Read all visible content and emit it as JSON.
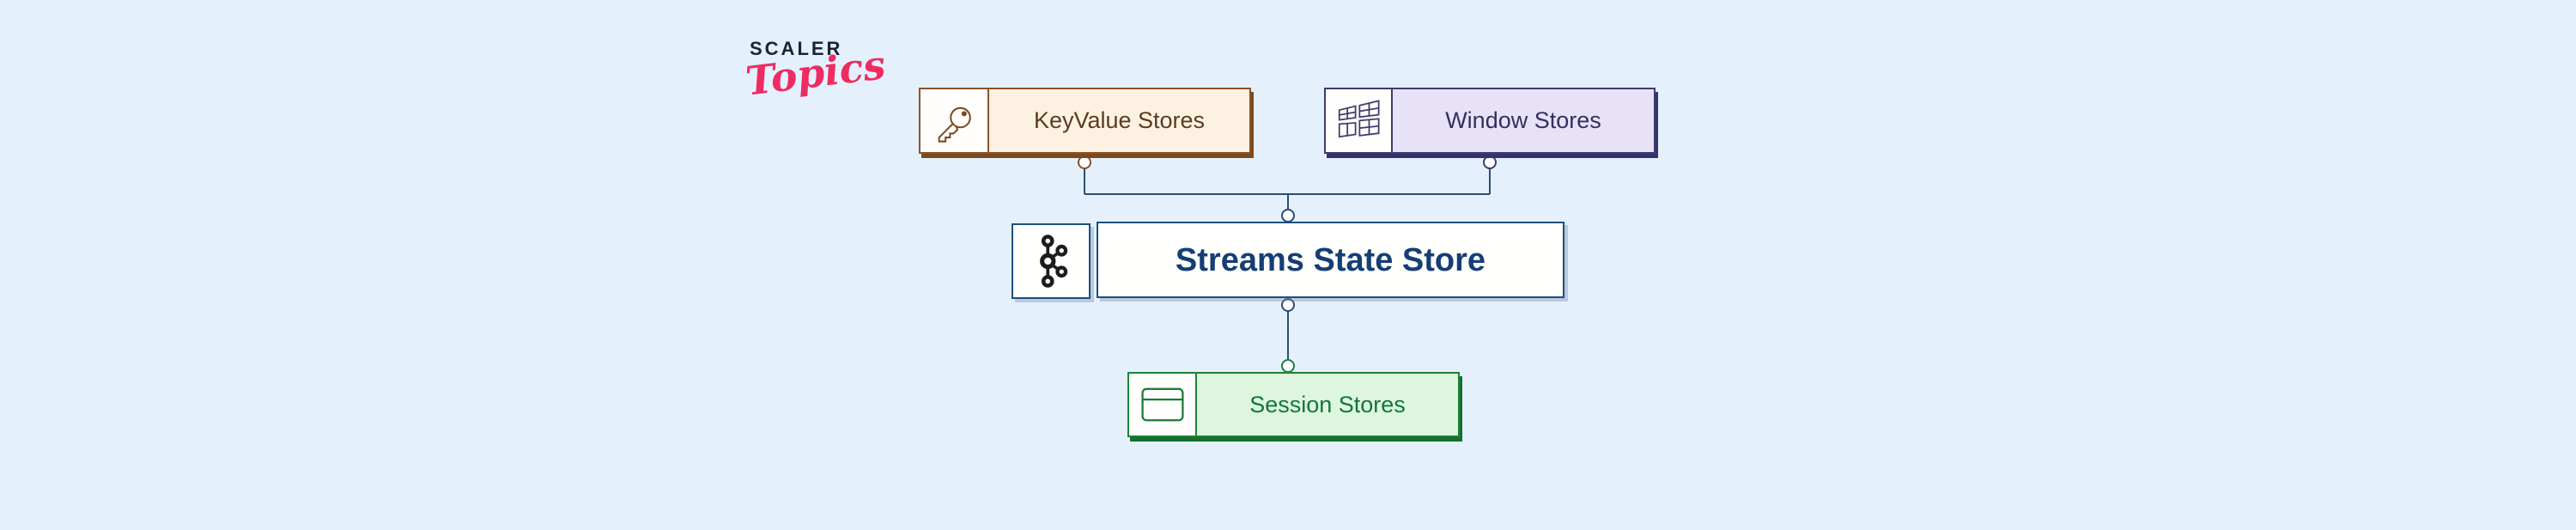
{
  "logo": {
    "brand": "SCALER",
    "sub": "Topics",
    "brand_color": "#1a2433",
    "sub_color": "#ee2c62"
  },
  "diagram": {
    "title_node": "Streams State Store",
    "nodes": [
      {
        "id": "keyvalue",
        "label": "KeyValue Stores",
        "icon": "key-icon",
        "fill": "#fdf2e2",
        "stroke": "#8a5227",
        "text_color": "#5c3a21",
        "shadow_color": "#7a4a1e"
      },
      {
        "id": "window",
        "label": "Window Stores",
        "icon": "windows-grid-icon",
        "fill": "#e7e2f7",
        "stroke": "#3e3c6e",
        "text_color": "#32305f",
        "shadow_color": "#34326a"
      },
      {
        "id": "streams",
        "label": "Streams State Store",
        "icon": "kafka-icon",
        "fill": "#ffffff",
        "stroke": "#1d4f7c",
        "text_color": "#153e75"
      },
      {
        "id": "session",
        "label": "Session Stores",
        "icon": "browser-window-icon",
        "fill": "#def6de",
        "stroke": "#1e8038",
        "text_color": "#12763a",
        "shadow_color": "#156f2e"
      }
    ],
    "edges": [
      {
        "from": "keyvalue",
        "to": "streams"
      },
      {
        "from": "window",
        "to": "streams"
      },
      {
        "from": "streams",
        "to": "session"
      }
    ],
    "connector_color": "#2e4d75",
    "port_fill": "#ffffff",
    "background_color": "#e4f1fd"
  }
}
